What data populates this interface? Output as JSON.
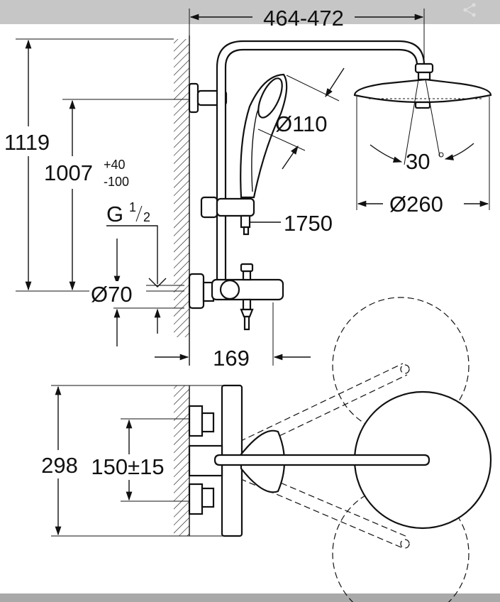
{
  "dimensions": {
    "arm_reach": "464-472",
    "total_height": "1119",
    "outlet_height": "1007",
    "outlet_tol_plus": "+40",
    "outlet_tol_minus": "-100",
    "thread": "G",
    "thread_num": "1",
    "thread_den": "2",
    "rosette_diameter": "Ø70",
    "handshower_diameter": "Ø110",
    "hose_length": "1750",
    "headshower_diameter": "Ø260",
    "tilt_angle": "30",
    "projection": "169",
    "plan_width": "298",
    "inlet_spacing": "150±15"
  },
  "icons": {
    "share": "share-icon"
  },
  "colors": {
    "header": "#c6c6c6",
    "footer": "#a9a9a9",
    "line": "#111111"
  }
}
